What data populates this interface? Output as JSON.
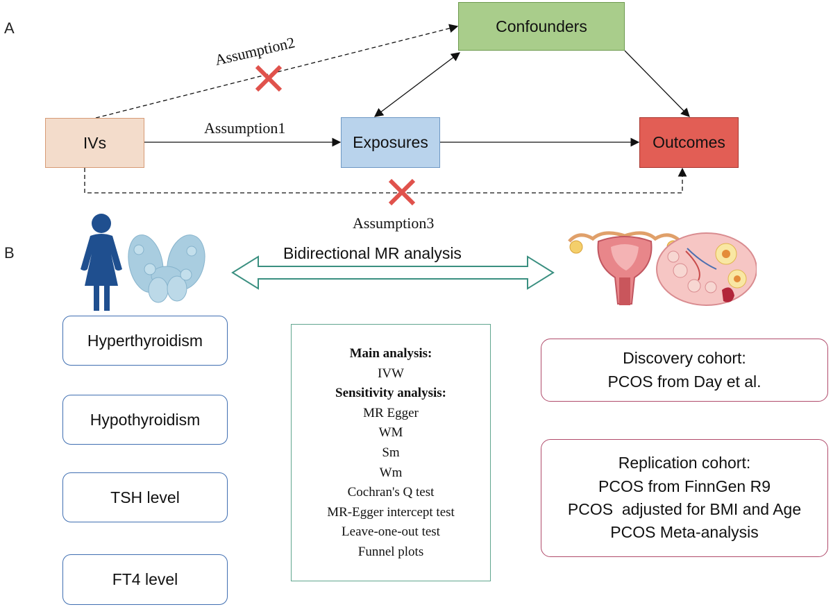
{
  "panel_a": {
    "letter": "A",
    "nodes": {
      "confounders": "Confounders",
      "ivs": "IVs",
      "exposures": "Exposures",
      "outcomes": "Outcomes"
    },
    "assumptions": {
      "a1": "Assumption1",
      "a2": "Assumption2",
      "a3": "Assumption3"
    },
    "colors": {
      "confounders_fill": "#a9cd8b",
      "ivs_fill": "#f3dccb",
      "exposures_fill": "#b9d3ec",
      "outcomes_fill": "#e25e55",
      "cross": "#e0524c"
    }
  },
  "panel_b": {
    "letter": "B",
    "bidirectional_label": "Bidirectional MR analysis",
    "exposure_items": [
      "Hyperthyroidism",
      "Hypothyroidism",
      "TSH level",
      "FT4 level"
    ],
    "methods": {
      "main_heading": "Main analysis:",
      "main_items": [
        "IVW"
      ],
      "sensitivity_heading": "Sensitivity analysis:",
      "sensitivity_items": [
        "MR Egger",
        "WM",
        "Sm",
        "Wm",
        "Cochran's Q test",
        "MR-Egger intercept test",
        "Leave-one-out test",
        "Funnel plots"
      ]
    },
    "discovery": {
      "lines": [
        "Discovery cohort:",
        "PCOS from Day et al."
      ]
    },
    "replication": {
      "lines": [
        "Replication cohort:",
        "PCOS from FinnGen R9",
        "PCOS  adjusted for BMI and Age",
        "PCOS Meta-analysis"
      ]
    },
    "icons": [
      "woman-icon",
      "thyroid-icon",
      "uterus-icon",
      "ovary-icon"
    ],
    "colors": {
      "double_arrow": "#3a8f80",
      "exposure_border": "#3f6eb1",
      "cohort_border": "#b04a6a",
      "methods_border": "#5fa58e"
    }
  }
}
